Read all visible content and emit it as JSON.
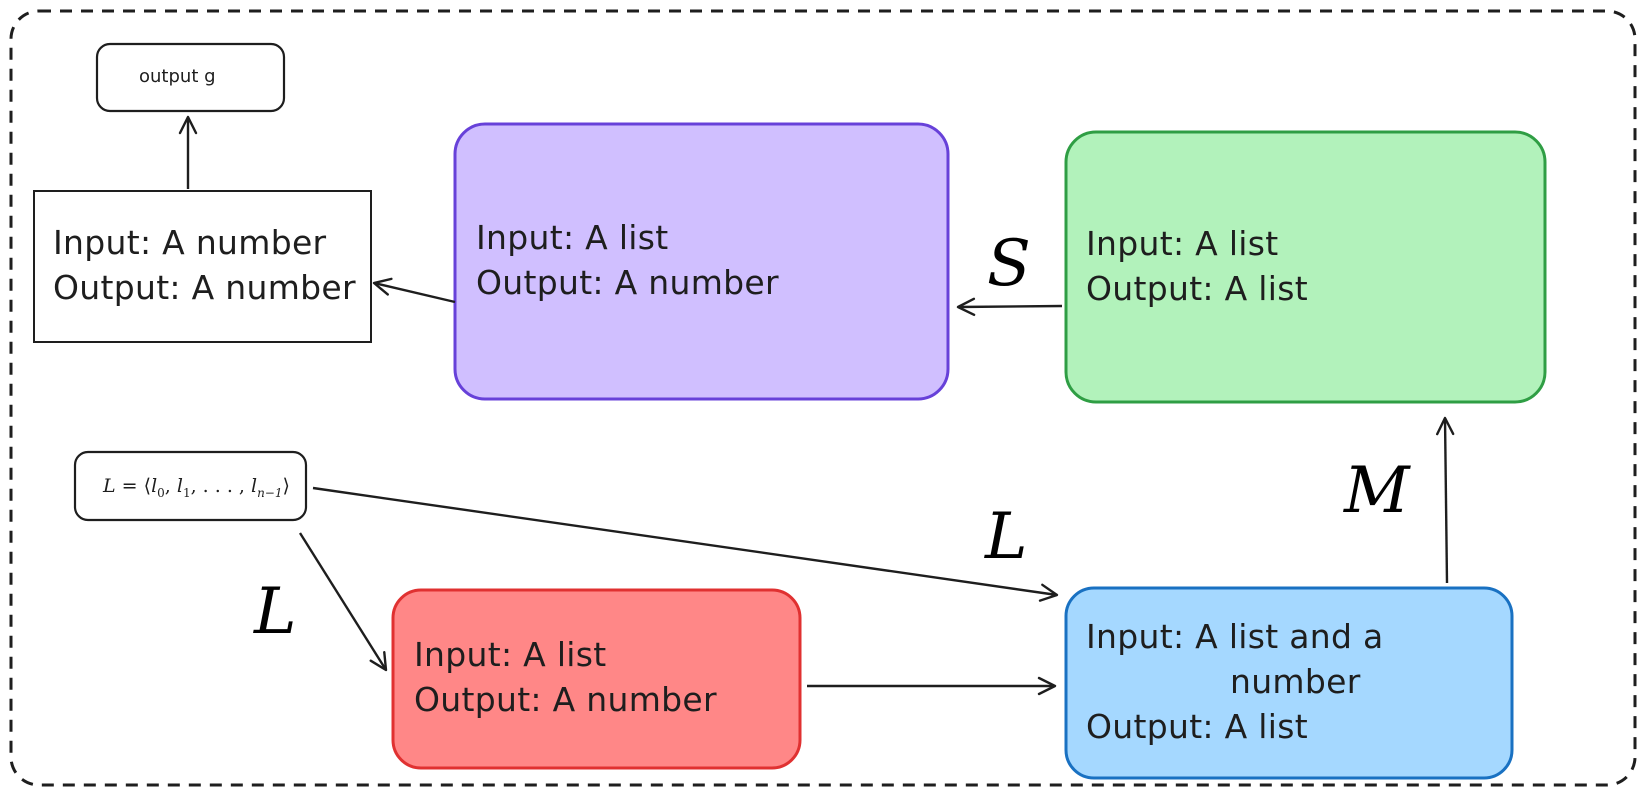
{
  "colors": {
    "purple_fill": "#d0bfff",
    "purple_stroke": "#6741d9",
    "green_fill": "#b2f2bb",
    "green_stroke": "#2f9e44",
    "red_fill": "#ff8787",
    "red_stroke": "#e03131",
    "blue_fill": "#a5d8ff",
    "blue_stroke": "#1971c2",
    "ink": "#1e1e1e"
  },
  "nodes": {
    "output_g": {
      "label": "output g"
    },
    "number_fn": {
      "input": "Input: A number",
      "output": "Output: A number"
    },
    "purple": {
      "input": "Input: A list",
      "output": "Output: A number"
    },
    "green": {
      "input": "Input: A list",
      "output": "Output: A list"
    },
    "list_def": {
      "lhs": "L",
      "eq": "=",
      "lang": "⟨",
      "l": "l",
      "s0": "0",
      "s1": "1",
      "dots": ", . . . ,",
      "sn": "n−1",
      "rang": "⟩"
    },
    "red": {
      "input": "Input: A list",
      "output": "Output: A number"
    },
    "blue": {
      "input_line1": "Input: A list and a",
      "input_line2": "number",
      "output": "Output: A list"
    }
  },
  "edge_labels": {
    "S": "S",
    "M": "M",
    "L_top": "L",
    "L_left": "L"
  }
}
